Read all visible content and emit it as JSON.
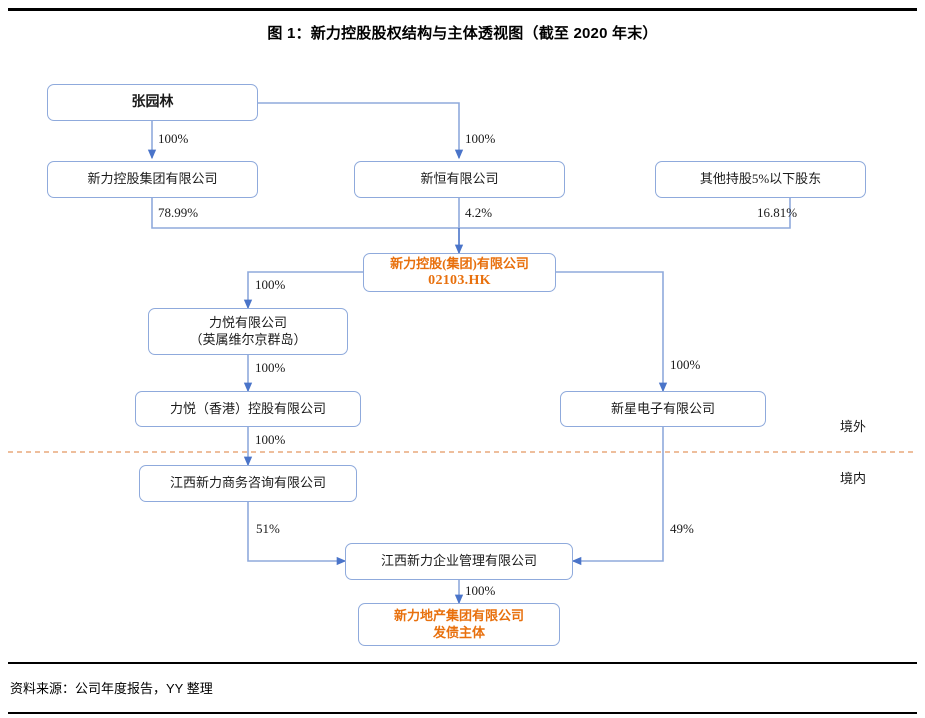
{
  "figure": {
    "title": "图 1：新力控股股权结构与主体透视图（截至 2020 年末）",
    "source": "资料来源：公司年度报告，YY 整理"
  },
  "colors": {
    "box_border": "#8faadc",
    "connector": "#8faadc",
    "highlight_text": "#e8700d",
    "divider_dashed": "#e8a87c",
    "text": "#1a1a1a",
    "rule": "#000000"
  },
  "regions": {
    "offshore_label": "境外",
    "onshore_label": "境内"
  },
  "nodes": {
    "zhang_yuanlin": {
      "label": "张园林"
    },
    "xinli_holding_group": {
      "label": "新力控股集团有限公司"
    },
    "xinheng_ltd": {
      "label": "新恒有限公司"
    },
    "other_shareholders": {
      "label": "其他持股5%以下股东"
    },
    "xinli_holding_hk": {
      "label": "新力控股(集团)有限公司",
      "ticker": "02103.HK"
    },
    "liyue_bvi": {
      "line1": "力悦有限公司",
      "line2": "（英属维尔京群岛）"
    },
    "liyue_hk": {
      "label": "力悦（香港）控股有限公司"
    },
    "jiangxi_xinli_consulting": {
      "label": "江西新力商务咨询有限公司"
    },
    "xinxing_electronics": {
      "label": "新星电子有限公司"
    },
    "jiangxi_xinli_management": {
      "label": "江西新力企业管理有限公司"
    },
    "xinli_real_estate": {
      "line1": "新力地产集团有限公司",
      "line2": "发债主体"
    }
  },
  "edges": [
    {
      "id": "zhang-to-holding-group",
      "from": "zhang_yuanlin",
      "to": "xinli_holding_group",
      "label": "100%"
    },
    {
      "id": "zhang-to-xinheng",
      "from": "zhang_yuanlin",
      "to": "xinheng_ltd",
      "label": "100%"
    },
    {
      "id": "holding-group-to-hk",
      "from": "xinli_holding_group",
      "to": "xinli_holding_hk",
      "label": "78.99%"
    },
    {
      "id": "xinheng-to-hk",
      "from": "xinheng_ltd",
      "to": "xinli_holding_hk",
      "label": "4.2%"
    },
    {
      "id": "others-to-hk",
      "from": "other_shareholders",
      "to": "xinli_holding_hk",
      "label": "16.81%"
    },
    {
      "id": "hk-to-liyue-bvi",
      "from": "xinli_holding_hk",
      "to": "liyue_bvi",
      "label": "100%"
    },
    {
      "id": "liyue-bvi-to-liyue-hk",
      "from": "liyue_bvi",
      "to": "liyue_hk",
      "label": "100%"
    },
    {
      "id": "liyue-hk-to-consulting",
      "from": "liyue_hk",
      "to": "jiangxi_xinli_consulting",
      "label": "100%"
    },
    {
      "id": "hk-to-xinxing",
      "from": "xinli_holding_hk",
      "to": "xinxing_electronics",
      "label": "100%"
    },
    {
      "id": "consulting-to-management",
      "from": "jiangxi_xinli_consulting",
      "to": "jiangxi_xinli_management",
      "label": "51%"
    },
    {
      "id": "xinxing-to-management",
      "from": "xinxing_electronics",
      "to": "jiangxi_xinli_management",
      "label": "49%"
    },
    {
      "id": "management-to-real-estate",
      "from": "jiangxi_xinli_management",
      "to": "xinli_real_estate",
      "label": "100%"
    }
  ]
}
